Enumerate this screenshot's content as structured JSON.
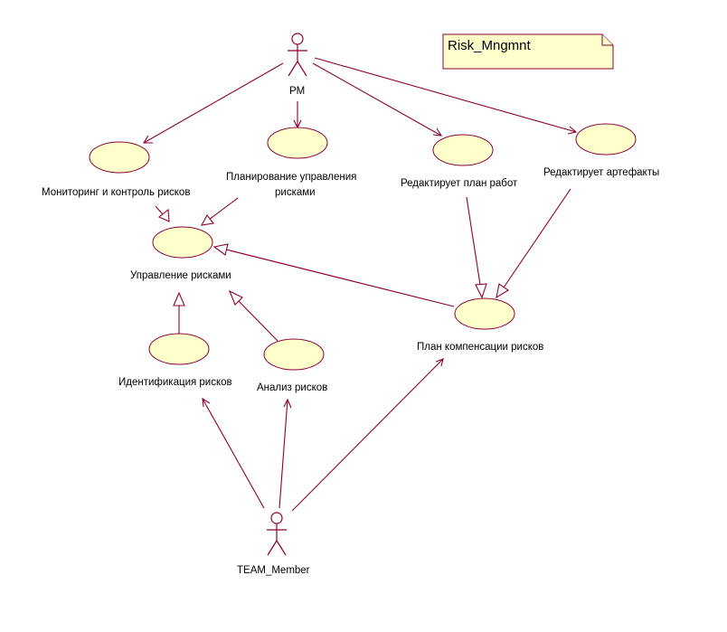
{
  "note": {
    "text": "Risk_Mngmnt"
  },
  "actors": {
    "pm": "PM",
    "team": "TEAM_Member"
  },
  "use_cases": {
    "monitoring": "Мониторинг и контроль рисков",
    "planning_line1": "Планирование управления",
    "planning_line2": "рисками",
    "edit_plan": "Редактирует план работ",
    "edit_artifacts": "Редактирует артефакты",
    "management": "Управление рисками",
    "compensation": "План компенсации рисков",
    "identification": "Идентификация рисков",
    "analysis": "Анализ рисков"
  },
  "colors": {
    "line": "#8b0034",
    "fill": "#ffffcc"
  }
}
